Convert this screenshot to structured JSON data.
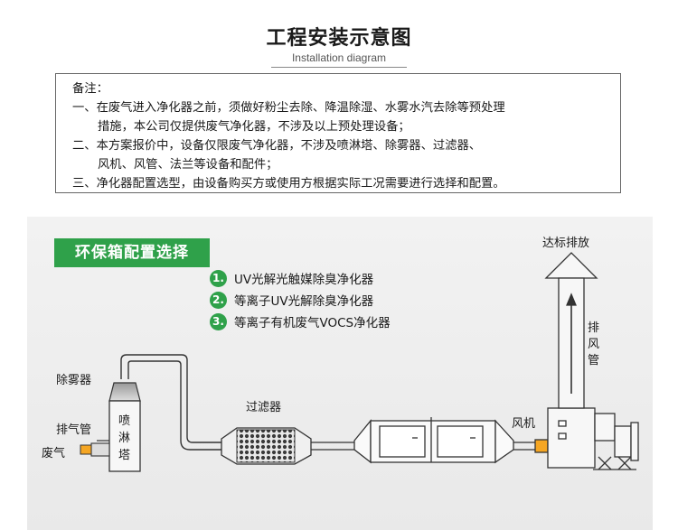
{
  "header": {
    "title": "工程安装示意图",
    "subtitle": "Installation diagram"
  },
  "notes": {
    "heading": "备注：",
    "lines": [
      "一、在废气进入净化器之前，须做好粉尘去除、降温除湿、水雾水汽去除等预处理",
      "措施，本公司仅提供废气净化器，不涉及以上预处理设备；",
      "二、本方案报价中，设备仅限废气净化器，不涉及喷淋塔、除雾器、过滤器、",
      "风机、风管、法兰等设备和配件；",
      "三、净化器配置选型，由设备购买方或使用方根据实际工况需要进行选择和配置。"
    ]
  },
  "config": {
    "tag": "环保箱配置选择",
    "options": [
      {
        "num": "1.",
        "label": "UV光解光触媒除臭净化器"
      },
      {
        "num": "2.",
        "label": "等离子UV光解除臭净化器"
      },
      {
        "num": "3.",
        "label": "等离子有机废气VOCS净化器"
      }
    ]
  },
  "labels": {
    "demister": "除雾器",
    "exhaust_pipe": "排气管",
    "waste_gas": "废气",
    "spray_tower": [
      "喷",
      "淋",
      "塔"
    ],
    "filter": "过滤器",
    "fan": "风机",
    "discharge": "达标排放",
    "exhaust_duct": [
      "排",
      "风",
      "管"
    ]
  },
  "colors": {
    "green": "#2fa14a",
    "panel": "#ededed",
    "line": "#333333"
  }
}
